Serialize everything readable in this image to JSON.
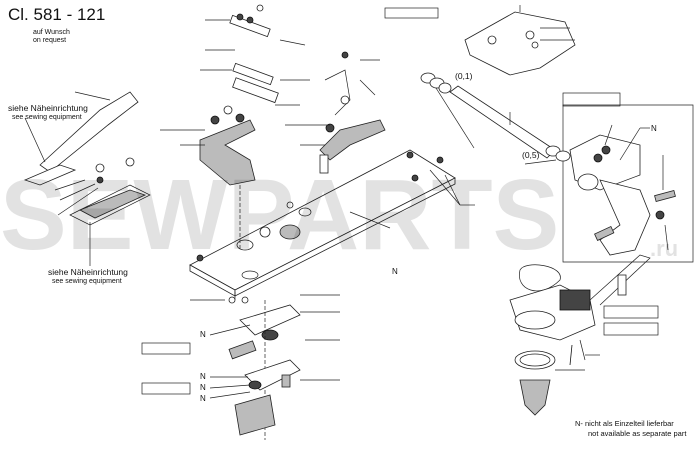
{
  "header": {
    "title": "Cl. 581 - 121",
    "note_de": "auf Wunsch",
    "note_en": "on request"
  },
  "watermark": {
    "text": "SEWPARTS",
    "suffix": ".ru"
  },
  "references": [
    {
      "de": "siehe Näheinrichtung",
      "en": "see sewing equipment"
    },
    {
      "de": "siehe Näheinrichtung",
      "en": "see sewing equipment"
    }
  ],
  "shims": [
    "(0,1)",
    "(0,5)"
  ],
  "markers": {
    "n": "N"
  },
  "footnote": {
    "de": "N- nicht als Einzelteil lieferbar",
    "en": "not available as separate part"
  }
}
